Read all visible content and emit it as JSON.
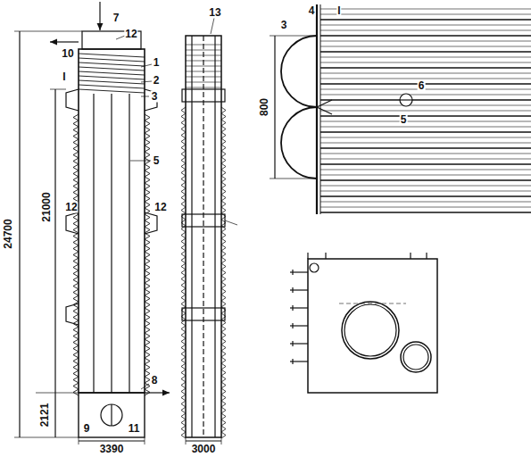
{
  "diagram": {
    "labels": [
      "24700",
      "21000",
      "2121",
      "3390",
      "7",
      "12",
      "10",
      "1",
      "I",
      "2",
      "3",
      "5",
      "12",
      "12",
      "8",
      "9",
      "11",
      "13",
      "3000",
      "I",
      "4",
      "3",
      "6",
      "5",
      "800"
    ]
  }
}
